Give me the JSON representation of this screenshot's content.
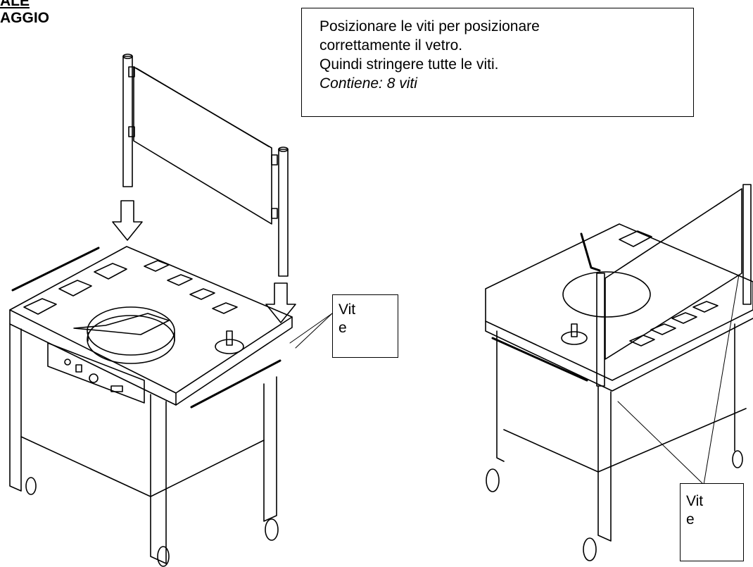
{
  "header": {
    "line1": "ALE",
    "line2": "AGGIO"
  },
  "instructions": {
    "lines": [
      "Posizionare le viti per posizionare",
      "correttamente il vetro.",
      "Quindi stringere tutte le viti."
    ],
    "contents": "Contiene: 8 viti"
  },
  "callouts": [
    {
      "line1": "Vit",
      "line2": "e"
    },
    {
      "line1": "Vit",
      "line2": "e"
    }
  ],
  "colors": {
    "line": "#000000",
    "arrow_fill": "#ffffff"
  }
}
